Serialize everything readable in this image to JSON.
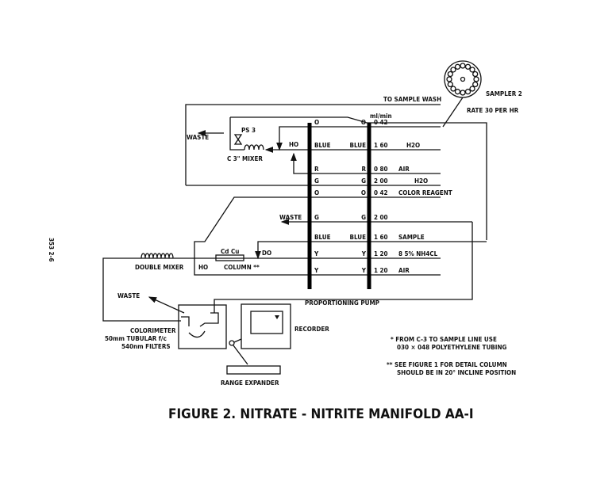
{
  "side_label": "353 2-6",
  "title": "FIGURE 2.  NITRATE - NITRITE MANIFOLD AA-I",
  "sampler": {
    "name": "SAMPLER 2",
    "rate": "RATE  30 PER HR"
  },
  "to_sample_wash": "TO SAMPLE WASH",
  "units": "ml/min",
  "waste": "WASTE",
  "ps3": "PS 3",
  "c3_mixer": "C 3\" MIXER",
  "ho": "HO",
  "do": "DO",
  "cd_cu": "Cd Cu",
  "column": "COLUMN **",
  "double_mixer": "DOUBLE MIXER",
  "pump_label": "PROPORTIONING PUMP",
  "colorimeter": [
    "COLORIMETER",
    "50mm TUBULAR f/c",
    "540nm FILTERS"
  ],
  "recorder": "RECORDER",
  "range_expander": "RANGE EXPANDER",
  "pump_tubes": [
    {
      "color": "O",
      "rate": "0 42",
      "reagent": ""
    },
    {
      "color": "BLUE",
      "rate": "1 60",
      "reagent": "H2O"
    },
    {
      "color": "R",
      "rate": "0 80",
      "reagent": "AIR"
    },
    {
      "color": "G",
      "rate": "2 00",
      "reagent": "H2O"
    },
    {
      "color": "O",
      "rate": "0 42",
      "reagent": "COLOR REAGENT"
    },
    {
      "color": "G",
      "rate": "2 00",
      "reagent": ""
    },
    {
      "color": "BLUE",
      "rate": "1 60",
      "reagent": "SAMPLE"
    },
    {
      "color": "Y",
      "rate": "1 20",
      "reagent": "8 5% NH4CL"
    },
    {
      "color": "Y",
      "rate": "1 20",
      "reagent": "AIR"
    }
  ],
  "notes": [
    "* FROM C-3 TO SAMPLE LINE USE",
    "030 ×  048 POLYETHYLENE TUBING",
    "** SEE FIGURE 1  FOR DETAIL  COLUMN",
    "SHOULD BE IN 20° INCLINE POSITION"
  ]
}
